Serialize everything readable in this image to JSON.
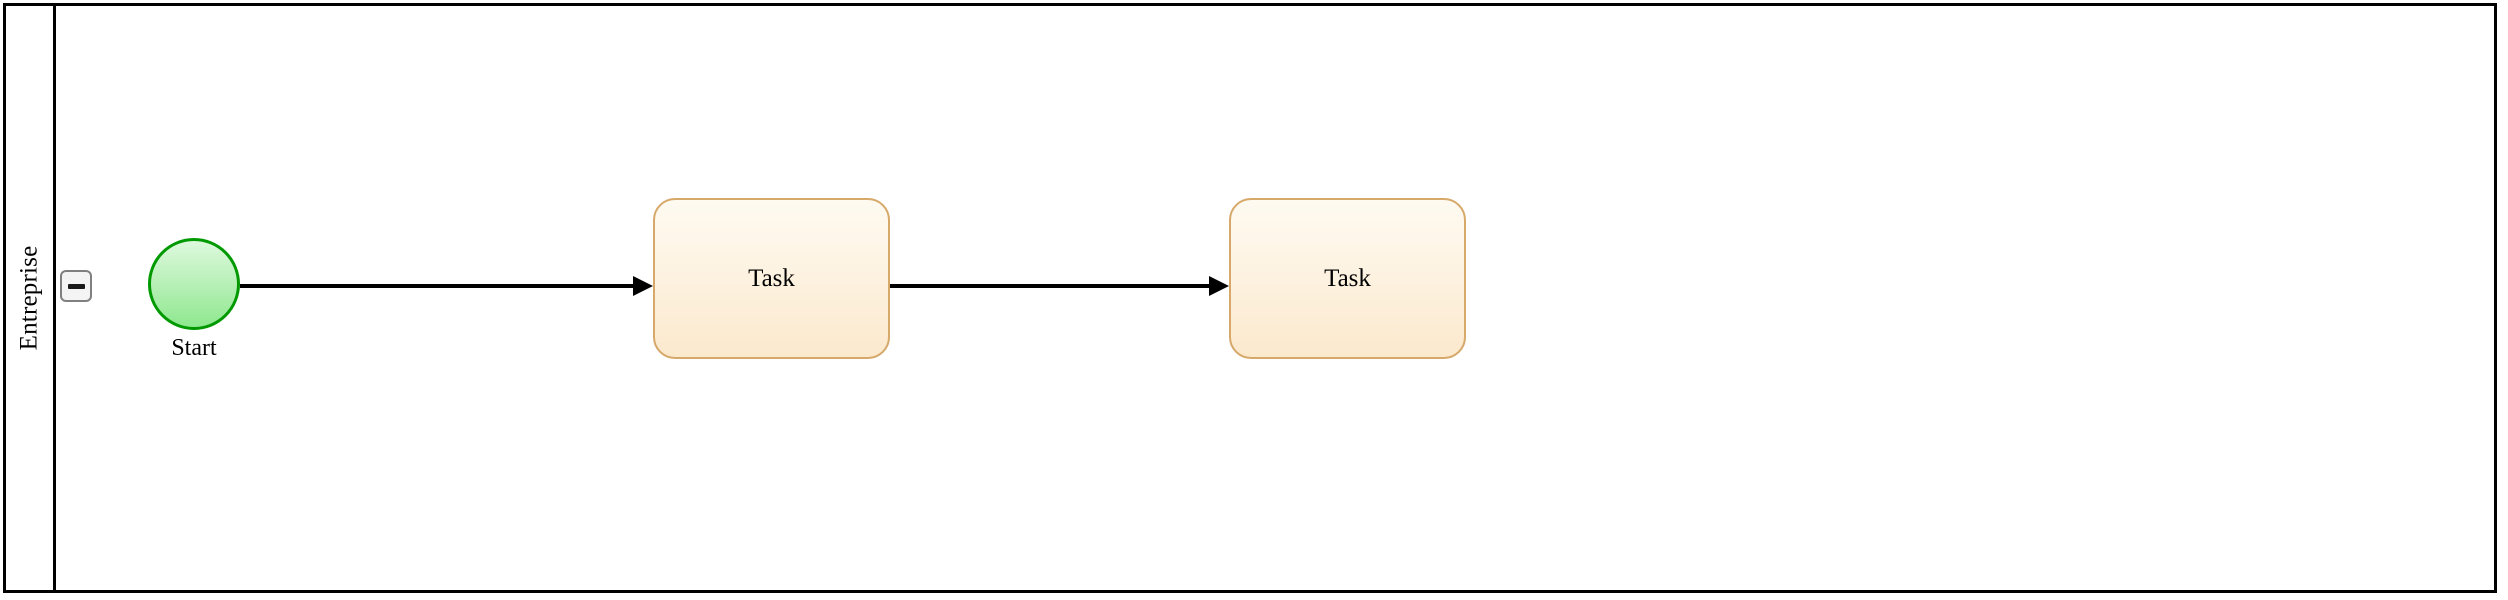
{
  "diagram": {
    "type": "bpmn-process",
    "pool": {
      "lane": {
        "name": "Entreprise",
        "collapse_button": {
          "name": "collapse-lane",
          "glyph": "minus-icon",
          "state": "expanded"
        }
      }
    },
    "nodes": [
      {
        "id": "start-event",
        "kind": "start-event",
        "label": "Start",
        "shape": "circle",
        "fill": "#b9f0b9",
        "stroke": "#009900"
      },
      {
        "id": "task-1",
        "kind": "task",
        "label": "Task",
        "shape": "rounded-rect",
        "fill": "#fdf2e0",
        "stroke": "#d6a86a"
      },
      {
        "id": "task-2",
        "kind": "task",
        "label": "Task",
        "shape": "rounded-rect",
        "fill": "#fdf2e0",
        "stroke": "#d6a86a"
      }
    ],
    "flows": [
      {
        "id": "flow-1",
        "kind": "sequence-flow",
        "from": "start-event",
        "to": "task-1",
        "label": ""
      },
      {
        "id": "flow-2",
        "kind": "sequence-flow",
        "from": "task-1",
        "to": "task-2",
        "label": ""
      }
    ],
    "colors": {
      "pool_border": "#000000",
      "canvas": "#ffffff",
      "flow_line": "#000000",
      "task_fill": "#fdf2e0",
      "task_stroke": "#d6a86a",
      "start_fill": "#b9f0b9",
      "start_stroke": "#009900",
      "button_face": "#f4f4f4",
      "button_border": "#808080"
    }
  }
}
